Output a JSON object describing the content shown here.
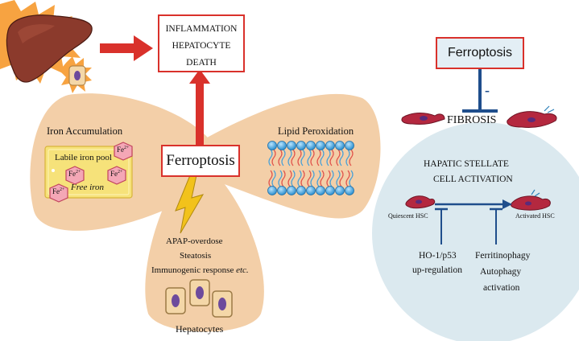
{
  "top_box": {
    "line1": "INFLAMMATION",
    "line2": "HEPATOCYTE",
    "line3": "DEATH"
  },
  "center_box": {
    "label": "Ferroptosis"
  },
  "left_lobe": {
    "title": "Iron Accumulation",
    "pool_label": "Labile iron pool",
    "free_label": "Free iron",
    "ion_label": "Fe",
    "ion_charge": "2+"
  },
  "right_lobe": {
    "title": "Lipid Peroxidation"
  },
  "bottom_lobe": {
    "cause1": "APAP-overdose",
    "cause2": "Steatosis",
    "cause3_main": "Immunogenic response ",
    "cause3_etc": "etc.",
    "cells_label": "Hepatocytes"
  },
  "right_panel": {
    "ferroptosis_label": "Ferroptosis",
    "inhibit_sign": "-",
    "fibrosis_label": "FIBROSIS",
    "activation_title1": "HAPATIC STELLATE",
    "activation_title2": "CELL ACTIVATION",
    "quiescent_label": "Quiescent HSC",
    "activated_label": "Activated HSC",
    "ho1_line1": "HO-1/p53",
    "ho1_line2": "up-regulation",
    "ferri_line1": "Ferritinophagy",
    "ferri_line2": "Autophagy",
    "ferri_line3": "activation"
  },
  "colors": {
    "red": "#d9312b",
    "lobe": "#f3cfa8",
    "navy": "#1f4e8c",
    "panel_circle": "#dbe9ef",
    "ferro_box_bg": "#e3eef5"
  }
}
